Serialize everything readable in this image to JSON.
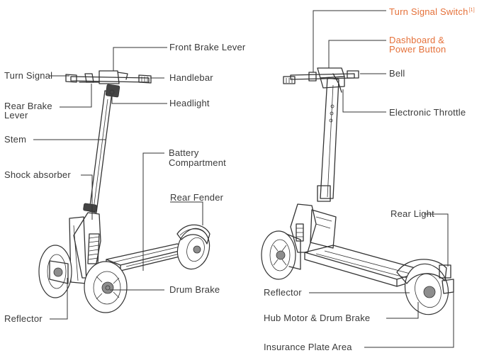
{
  "colors": {
    "line": "#333333",
    "label": "#3a3a3a",
    "accent": "#e5713a"
  },
  "left_scooter": {
    "labels": {
      "front_brake_lever": "Front Brake Lever",
      "turn_signal": "Turn Signal",
      "handlebar": "Handlebar",
      "rear_brake_lever_1": "Rear Brake",
      "rear_brake_lever_2": "Lever",
      "headlight": "Headlight",
      "stem": "Stem",
      "battery_compartment_1": "Battery",
      "battery_compartment_2": "Compartment",
      "shock_absorber": "Shock absorber",
      "rear_fender": "Rear Fender",
      "drum_brake": "Drum Brake",
      "reflector": "Reflector"
    }
  },
  "right_scooter": {
    "labels": {
      "turn_signal_switch": "Turn Signal Switch",
      "turn_signal_switch_note": "[1]",
      "dashboard_power_button_1": "Dashboard &",
      "dashboard_power_button_2": "Power Button",
      "bell": "Bell",
      "electronic_throttle": "Electronic Throttle",
      "rear_light": "Rear Light",
      "reflector": "Reflector",
      "hub_motor_drum_brake": "Hub Motor & Drum Brake",
      "insurance_plate_area": "Insurance Plate Area"
    }
  }
}
